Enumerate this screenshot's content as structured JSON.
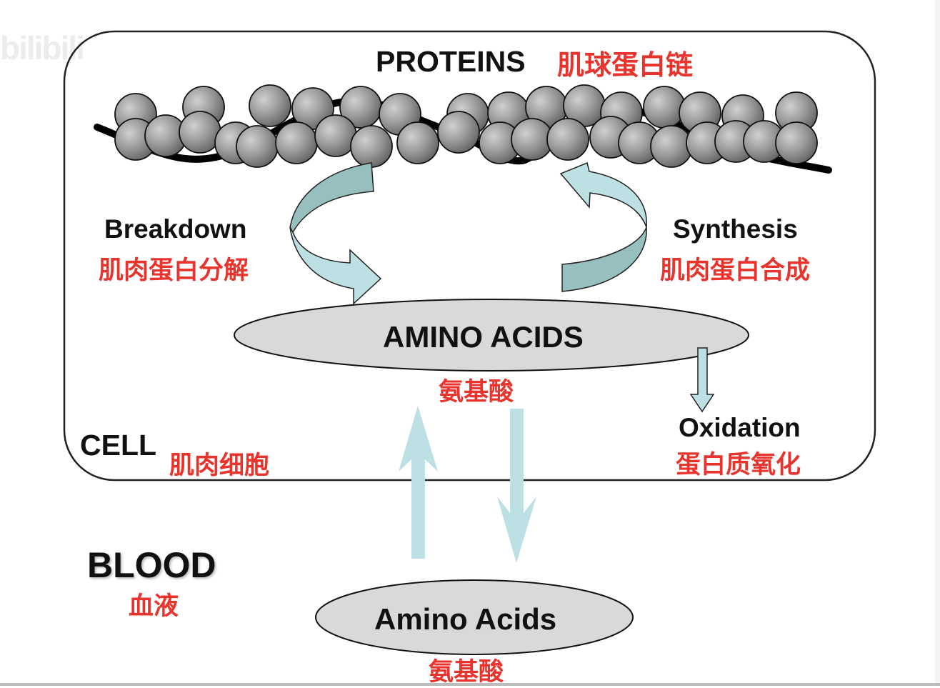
{
  "watermark": "bilibili",
  "colors": {
    "english_text": "#111111",
    "chinese_text": "#e8342c",
    "arrow_fill_light": "#bde0e4",
    "arrow_fill_dark": "#98bfbf",
    "ellipse_fill": "#d9d9d9",
    "sphere_fill": "#8f8f8f",
    "cell_border": "#222222"
  },
  "proteins": {
    "label": "PROTEINS",
    "label_zh": "肌球蛋白链"
  },
  "breakdown": {
    "label": "Breakdown",
    "label_zh": "肌肉蛋白分解"
  },
  "synthesis": {
    "label": "Synthesis",
    "label_zh": "肌肉蛋白合成"
  },
  "cell_amino_acids": {
    "label": "AMINO ACIDS",
    "label_zh": "氨基酸"
  },
  "oxidation": {
    "label": "Oxidation",
    "label_zh": "蛋白质氧化"
  },
  "cell": {
    "label": "CELL",
    "label_zh": "肌肉细胞"
  },
  "blood": {
    "label": "BLOOD",
    "label_zh": "血液"
  },
  "blood_amino_acids": {
    "label": "Amino Acids",
    "label_zh": "氨基酸"
  }
}
